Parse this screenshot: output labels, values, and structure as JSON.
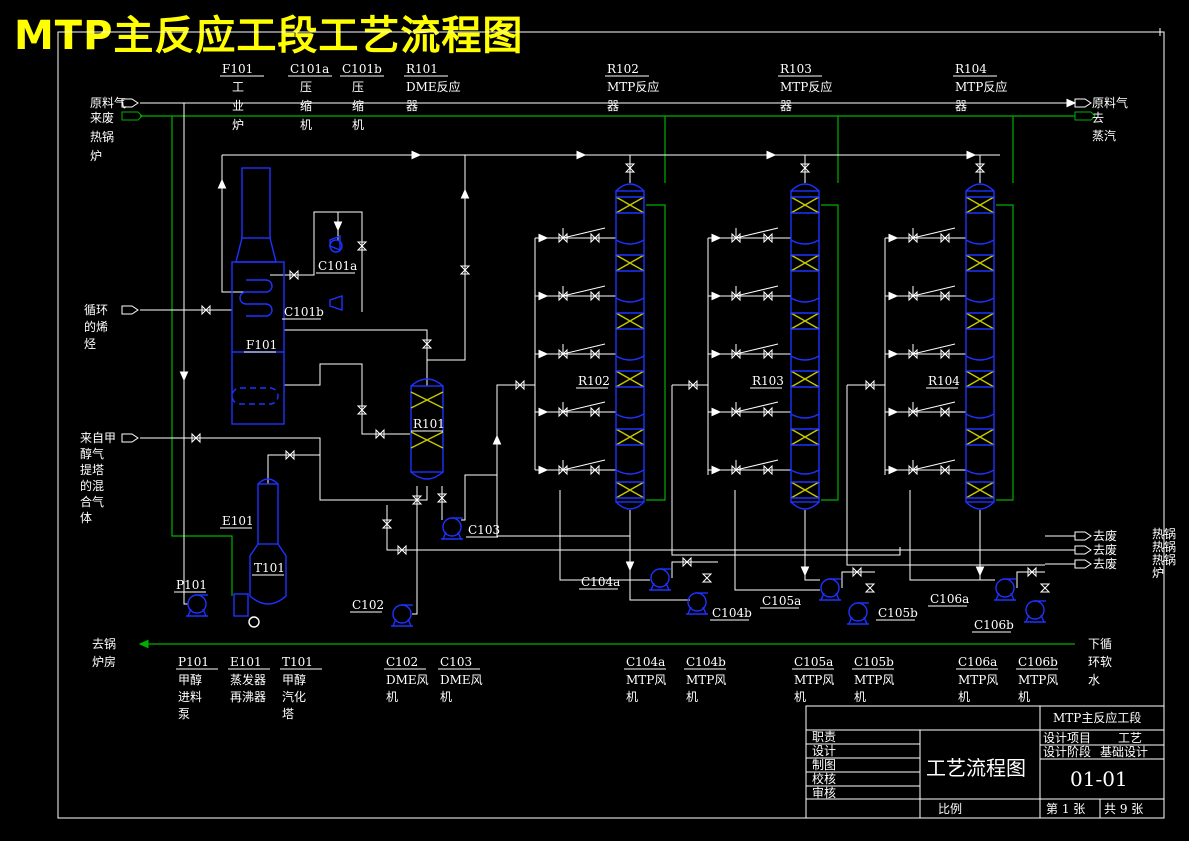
{
  "title": "MTP主反应工段工艺流程图",
  "colors": {
    "process": "#ffffff",
    "steam": "#00b000",
    "equipment": "#1e32ff",
    "title": "#ffff00",
    "background": "#000000"
  },
  "top_labels": [
    {
      "tag": "F101",
      "lines": [
        "工",
        "业",
        "炉"
      ]
    },
    {
      "tag": "C101a",
      "lines": [
        "压",
        "缩",
        "机"
      ]
    },
    {
      "tag": "C101b",
      "lines": [
        "压",
        "缩",
        "机"
      ]
    },
    {
      "tag": "R101",
      "lines": [
        "DME反应",
        "器"
      ]
    },
    {
      "tag": "R102",
      "lines": [
        "MTP反应",
        "器"
      ]
    },
    {
      "tag": "R103",
      "lines": [
        "MTP反应",
        "器"
      ]
    },
    {
      "tag": "R104",
      "lines": [
        "MTP反应",
        "器"
      ]
    }
  ],
  "left_notes": {
    "raw_gas_in": "原料气",
    "waste_boiler_in": [
      "来废",
      "热锅",
      "炉"
    ],
    "recycle_olefin": [
      "循环",
      "的烯",
      "烃"
    ],
    "methanol_mix": [
      "来自甲",
      "醇气",
      "提塔",
      "的混",
      "合气",
      "体"
    ],
    "to_boiler": [
      "去锅",
      "炉房"
    ]
  },
  "right_notes": {
    "raw_gas_out": "原料气",
    "steam_out": [
      "去",
      "蒸汽"
    ],
    "waste_lines": [
      "去废",
      "去废",
      "去废"
    ],
    "waste_boiler_out": [
      "热锅",
      "热锅",
      "热锅",
      "炉"
    ],
    "soft_water": [
      "下循",
      "环软",
      "水"
    ]
  },
  "equipment_tags": {
    "F101": "F101",
    "C101a": "C101a",
    "C101b": "C101b",
    "R101": "R101",
    "R102": "R102",
    "R103": "R103",
    "R104": "R104",
    "E101": "E101",
    "T101": "T101",
    "P101": "P101",
    "C102": "C102",
    "C103": "C103",
    "C104a": "C104a",
    "C104b": "C104b",
    "C105a": "C105a",
    "C105b": "C105b",
    "C106a": "C106a",
    "C106b": "C106b"
  },
  "bottom_labels": [
    {
      "tag": "P101",
      "lines": [
        "甲醇",
        "进料",
        "泵"
      ]
    },
    {
      "tag": "E101",
      "lines": [
        "蒸发器",
        "再沸器"
      ]
    },
    {
      "tag": "T101",
      "lines": [
        "甲醇",
        "汽化",
        "塔"
      ]
    },
    {
      "tag": "C102",
      "lines": [
        "DME风",
        "机"
      ]
    },
    {
      "tag": "C103",
      "lines": [
        "DME风",
        "机"
      ]
    },
    {
      "tag": "C104a",
      "lines": [
        "MTP风",
        "机"
      ]
    },
    {
      "tag": "C104b",
      "lines": [
        "MTP风",
        "机"
      ]
    },
    {
      "tag": "C105a",
      "lines": [
        "MTP风",
        "机"
      ]
    },
    {
      "tag": "C105b",
      "lines": [
        "MTP风",
        "机"
      ]
    },
    {
      "tag": "C106a",
      "lines": [
        "MTP风",
        "机"
      ]
    },
    {
      "tag": "C106b",
      "lines": [
        "MTP风",
        "机"
      ]
    }
  ],
  "title_block": {
    "project": "MTP主反应工段",
    "roles": [
      "职责",
      "设计",
      "制图",
      "校核",
      "审核"
    ],
    "drawing_name": "工艺流程图",
    "design_item_label": "设计项目",
    "design_item_value": "工艺",
    "design_stage_label": "设计阶段",
    "design_stage_value": "基础设计",
    "drawing_no": "01-01",
    "scale_label": "比例",
    "sheet": "第 1 张",
    "total": "共 9 张"
  }
}
